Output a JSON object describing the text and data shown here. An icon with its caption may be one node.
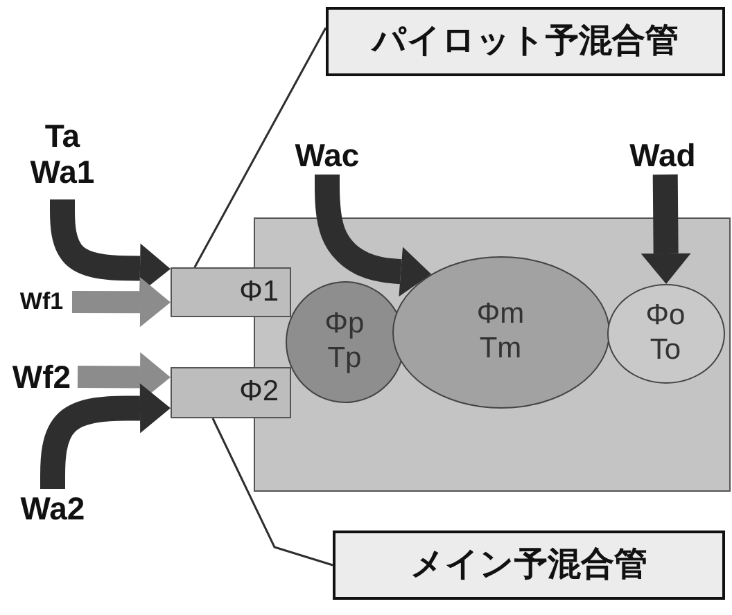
{
  "diagram": {
    "nodes": [
      {
        "text": [
          "パイロット予混合管"
        ]
      },
      {
        "text": [
          "Ta",
          "Wa1"
        ]
      },
      {
        "text": [
          "Wac"
        ]
      },
      {
        "text": [
          "Wad"
        ]
      },
      {
        "text": [],
        "shape": "box"
      },
      {
        "text": [
          "Φp",
          "Tp"
        ],
        "in": 4
      },
      {
        "text": [
          "Φm",
          "Tm"
        ],
        "in": 4
      },
      {
        "text": [
          "Φo",
          "To"
        ],
        "in": 4
      },
      {
        "text": [
          "Φ1"
        ]
      },
      {
        "text": [
          "Wf1"
        ]
      },
      {
        "text": [
          "Wf2"
        ]
      },
      {
        "text": [
          "Φ2"
        ]
      },
      {
        "text": [
          "Wa2"
        ]
      },
      {
        "text": [
          "メイン予混合管"
        ]
      }
    ],
    "edges": [
      {
        "from": 0,
        "to": 8,
        "arrow": "none"
      },
      {
        "from": 1,
        "to": 8,
        "arrow": "to"
      },
      {
        "from": 9,
        "to": 8,
        "arrow": "to",
        "color": "#8c8c8c"
      },
      {
        "from": 2,
        "to": 6,
        "arrow": "to"
      },
      {
        "from": 3,
        "to": 7,
        "arrow": "to"
      },
      {
        "from": 10,
        "to": 11,
        "arrow": "to",
        "color": "#8c8c8c"
      },
      {
        "from": 12,
        "to": 11,
        "arrow": "to"
      },
      {
        "from": 13,
        "to": 11,
        "arrow": "none"
      }
    ]
  }
}
